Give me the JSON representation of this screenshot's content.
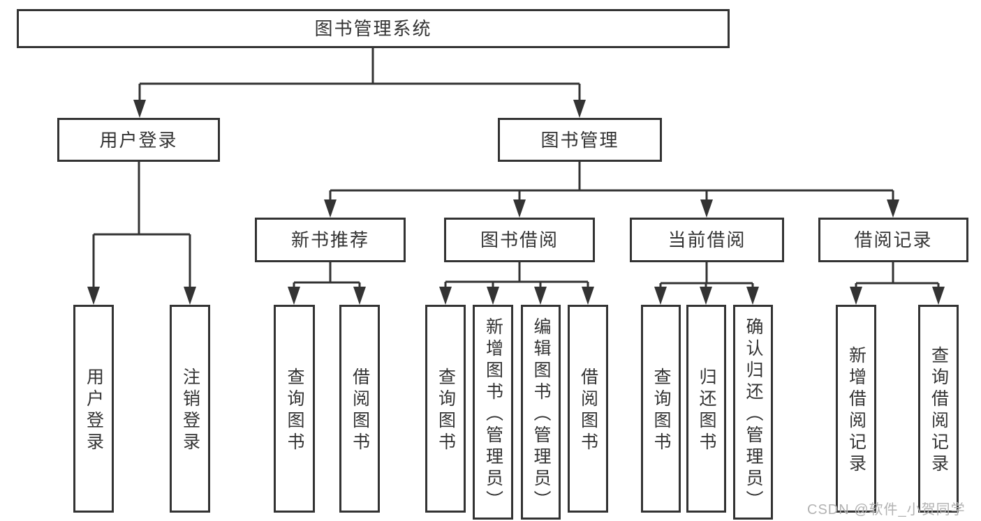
{
  "root": "图书管理系统",
  "user_login": {
    "label": "用户登录",
    "children": [
      "用户登录",
      "注销登录"
    ]
  },
  "book_management": {
    "label": "图书管理",
    "modules": [
      {
        "label": "新书推荐",
        "children": [
          "查询图书",
          "借阅图书"
        ]
      },
      {
        "label": "图书借阅",
        "children": [
          "查询图书",
          "新增图书（管理员）",
          "编辑图书（管理员）",
          "借阅图书"
        ]
      },
      {
        "label": "当前借阅",
        "children": [
          "查询图书",
          "归还图书",
          "确认归还（管理员）"
        ]
      },
      {
        "label": "借阅记录",
        "children": [
          "新增借阅记录",
          "查询借阅记录"
        ]
      }
    ]
  },
  "watermark": "CSDN @软件_小贺同学",
  "colors": {
    "line": "#333333",
    "box_border": "#333333",
    "box_fill": "#ffffff",
    "text": "#333333",
    "watermark": "#b2b2b2",
    "background": "#ffffff"
  }
}
